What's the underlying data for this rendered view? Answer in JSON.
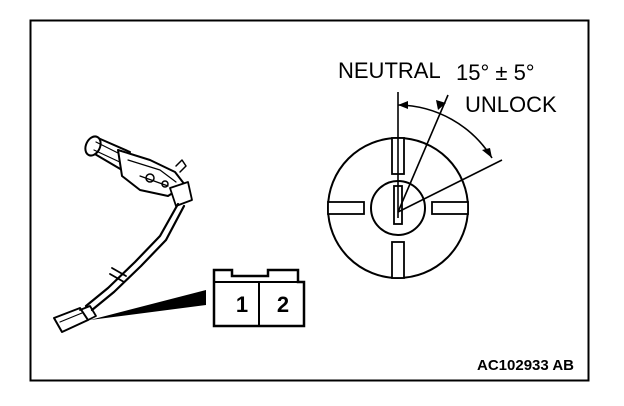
{
  "labels": {
    "neutral": "NEUTRAL",
    "angle": "15° ± 5°",
    "unlock": "UNLOCK"
  },
  "connector": {
    "pin1": "1",
    "pin2": "2"
  },
  "figure_ref": "AC102933 AB"
}
